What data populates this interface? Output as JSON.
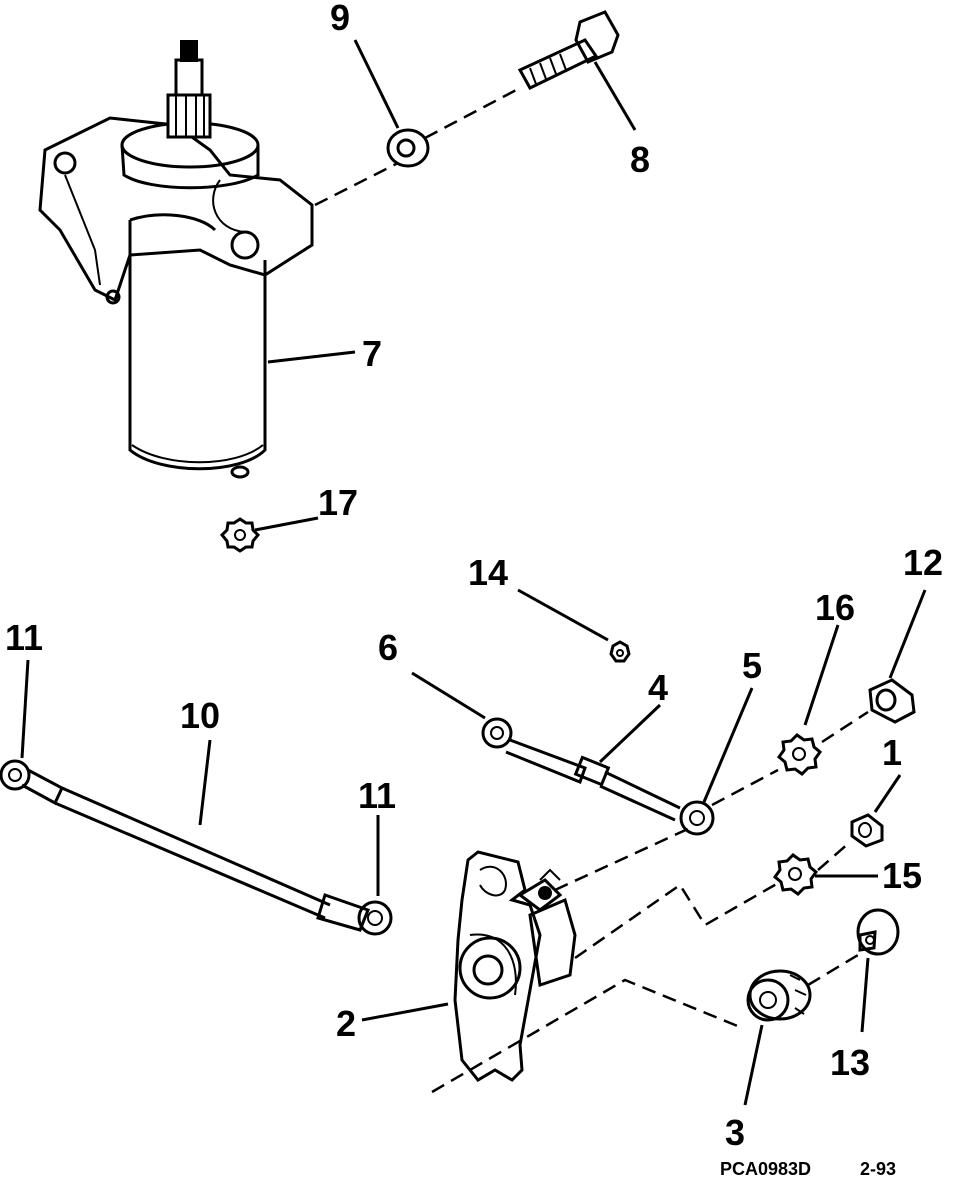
{
  "callouts": {
    "c1": "1",
    "c2": "2",
    "c3": "3",
    "c4": "4",
    "c5": "5",
    "c6": "6",
    "c7": "7",
    "c8": "8",
    "c9": "9",
    "c10": "10",
    "c11a": "11",
    "c11b": "11",
    "c12": "12",
    "c13": "13",
    "c14": "14",
    "c15": "15",
    "c16": "16",
    "c17": "17"
  },
  "footer": {
    "code": "PCA0983D",
    "date": "2-93"
  }
}
